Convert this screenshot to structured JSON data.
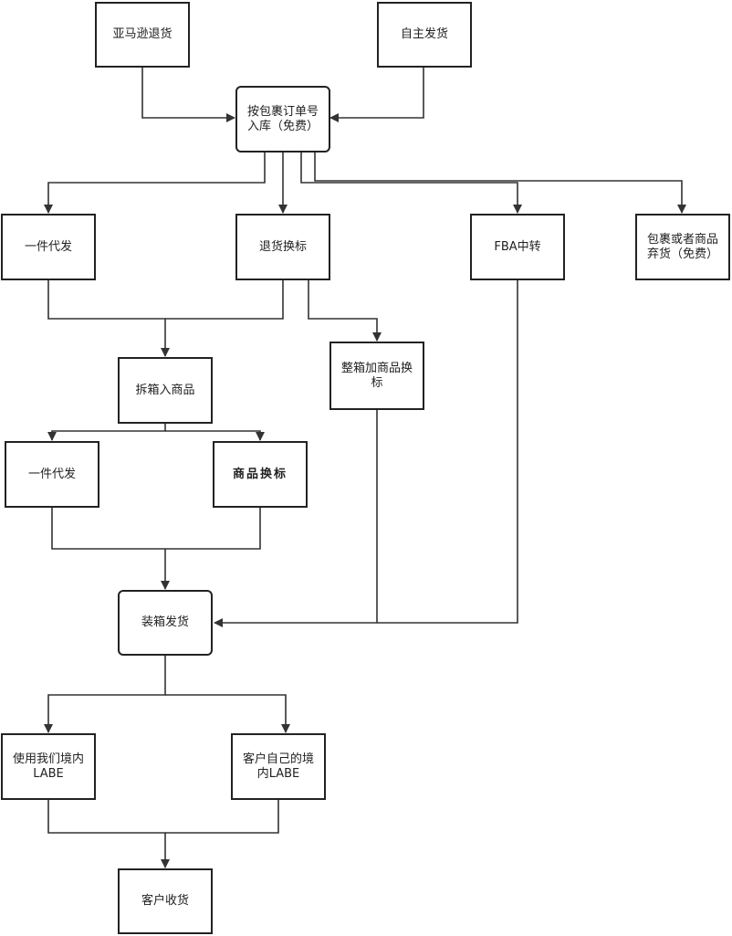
{
  "nodes": {
    "amazon_return": "亚马逊退货",
    "self_ship": "自主发货",
    "inbound": "按包裹订单号\n入库（免费）",
    "dropship_1": "一件代发",
    "return_relabel": "退货换标",
    "fba_transfer": "FBA中转",
    "abandon": "包裹或者商品\n弃货（免费）",
    "unbox": "拆箱入商品",
    "carton_relabel": "整箱加商品换\n标",
    "dropship_2": "一件代发",
    "product_relabel": "商品换标",
    "pack_ship": "装箱发货",
    "our_label": "使用我们境内\nLABE",
    "customer_label": "客户自己的境\n内LABE",
    "customer_receive": "客户收货"
  }
}
